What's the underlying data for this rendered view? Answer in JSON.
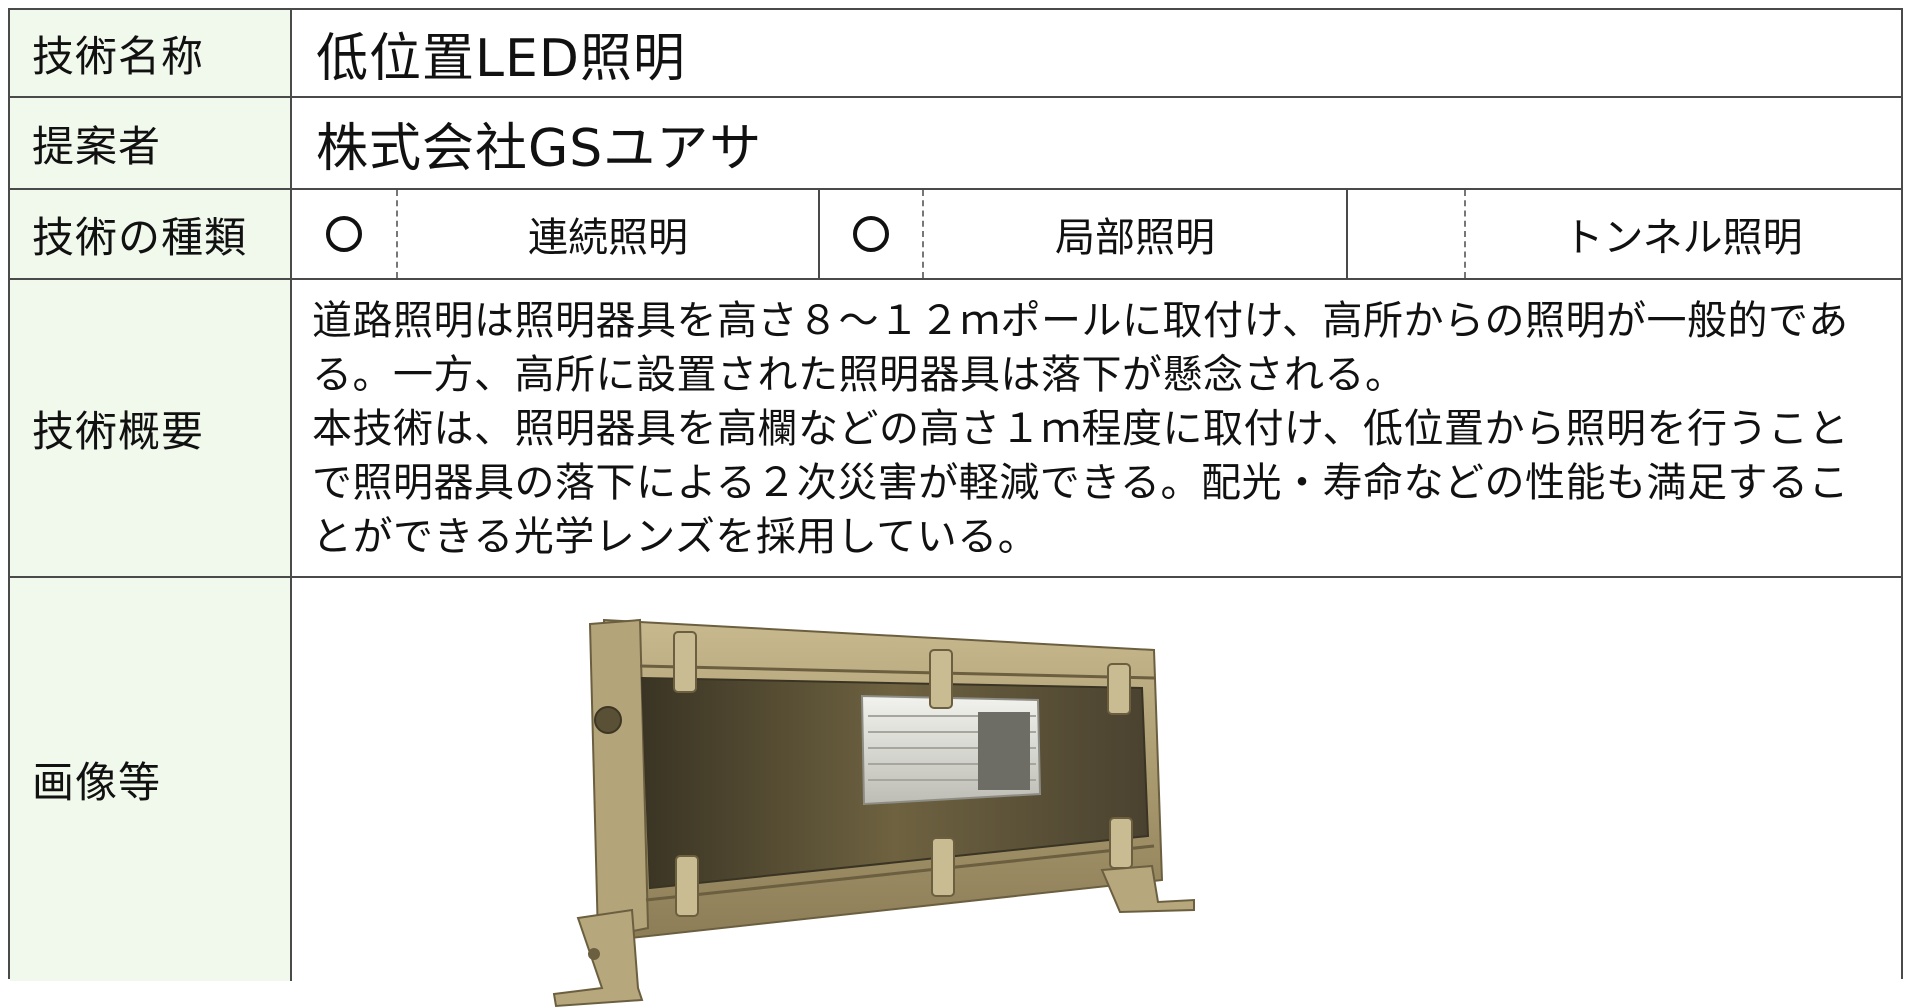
{
  "labels": {
    "name": "技術名称",
    "proposer": "提案者",
    "type": "技術の種類",
    "overview": "技術概要",
    "image": "画像等"
  },
  "tech_name": "低位置LED照明",
  "proposer": "株式会社GSユアサ",
  "types": [
    {
      "label": "連続照明",
      "selected": true
    },
    {
      "label": "局部照明",
      "selected": true
    },
    {
      "label": "トンネル照明",
      "selected": false
    }
  ],
  "overview": {
    "paragraph1": "道路照明は照明器具を高さ８～１２ｍポールに取付け、高所からの照明が一般的である。一方、高所に設置された照明器具は落下が懸念される。",
    "paragraph2": "本技術は、照明器具を高欄などの高さ１ｍ程度に取付け、低位置から照明を行うことで照明器具の落下による２次災害が軽減できる。配光・寿命などの性能も満足することができる光学レンズを採用している。"
  },
  "image": {
    "subject": "low-position-led-light-fixture"
  }
}
